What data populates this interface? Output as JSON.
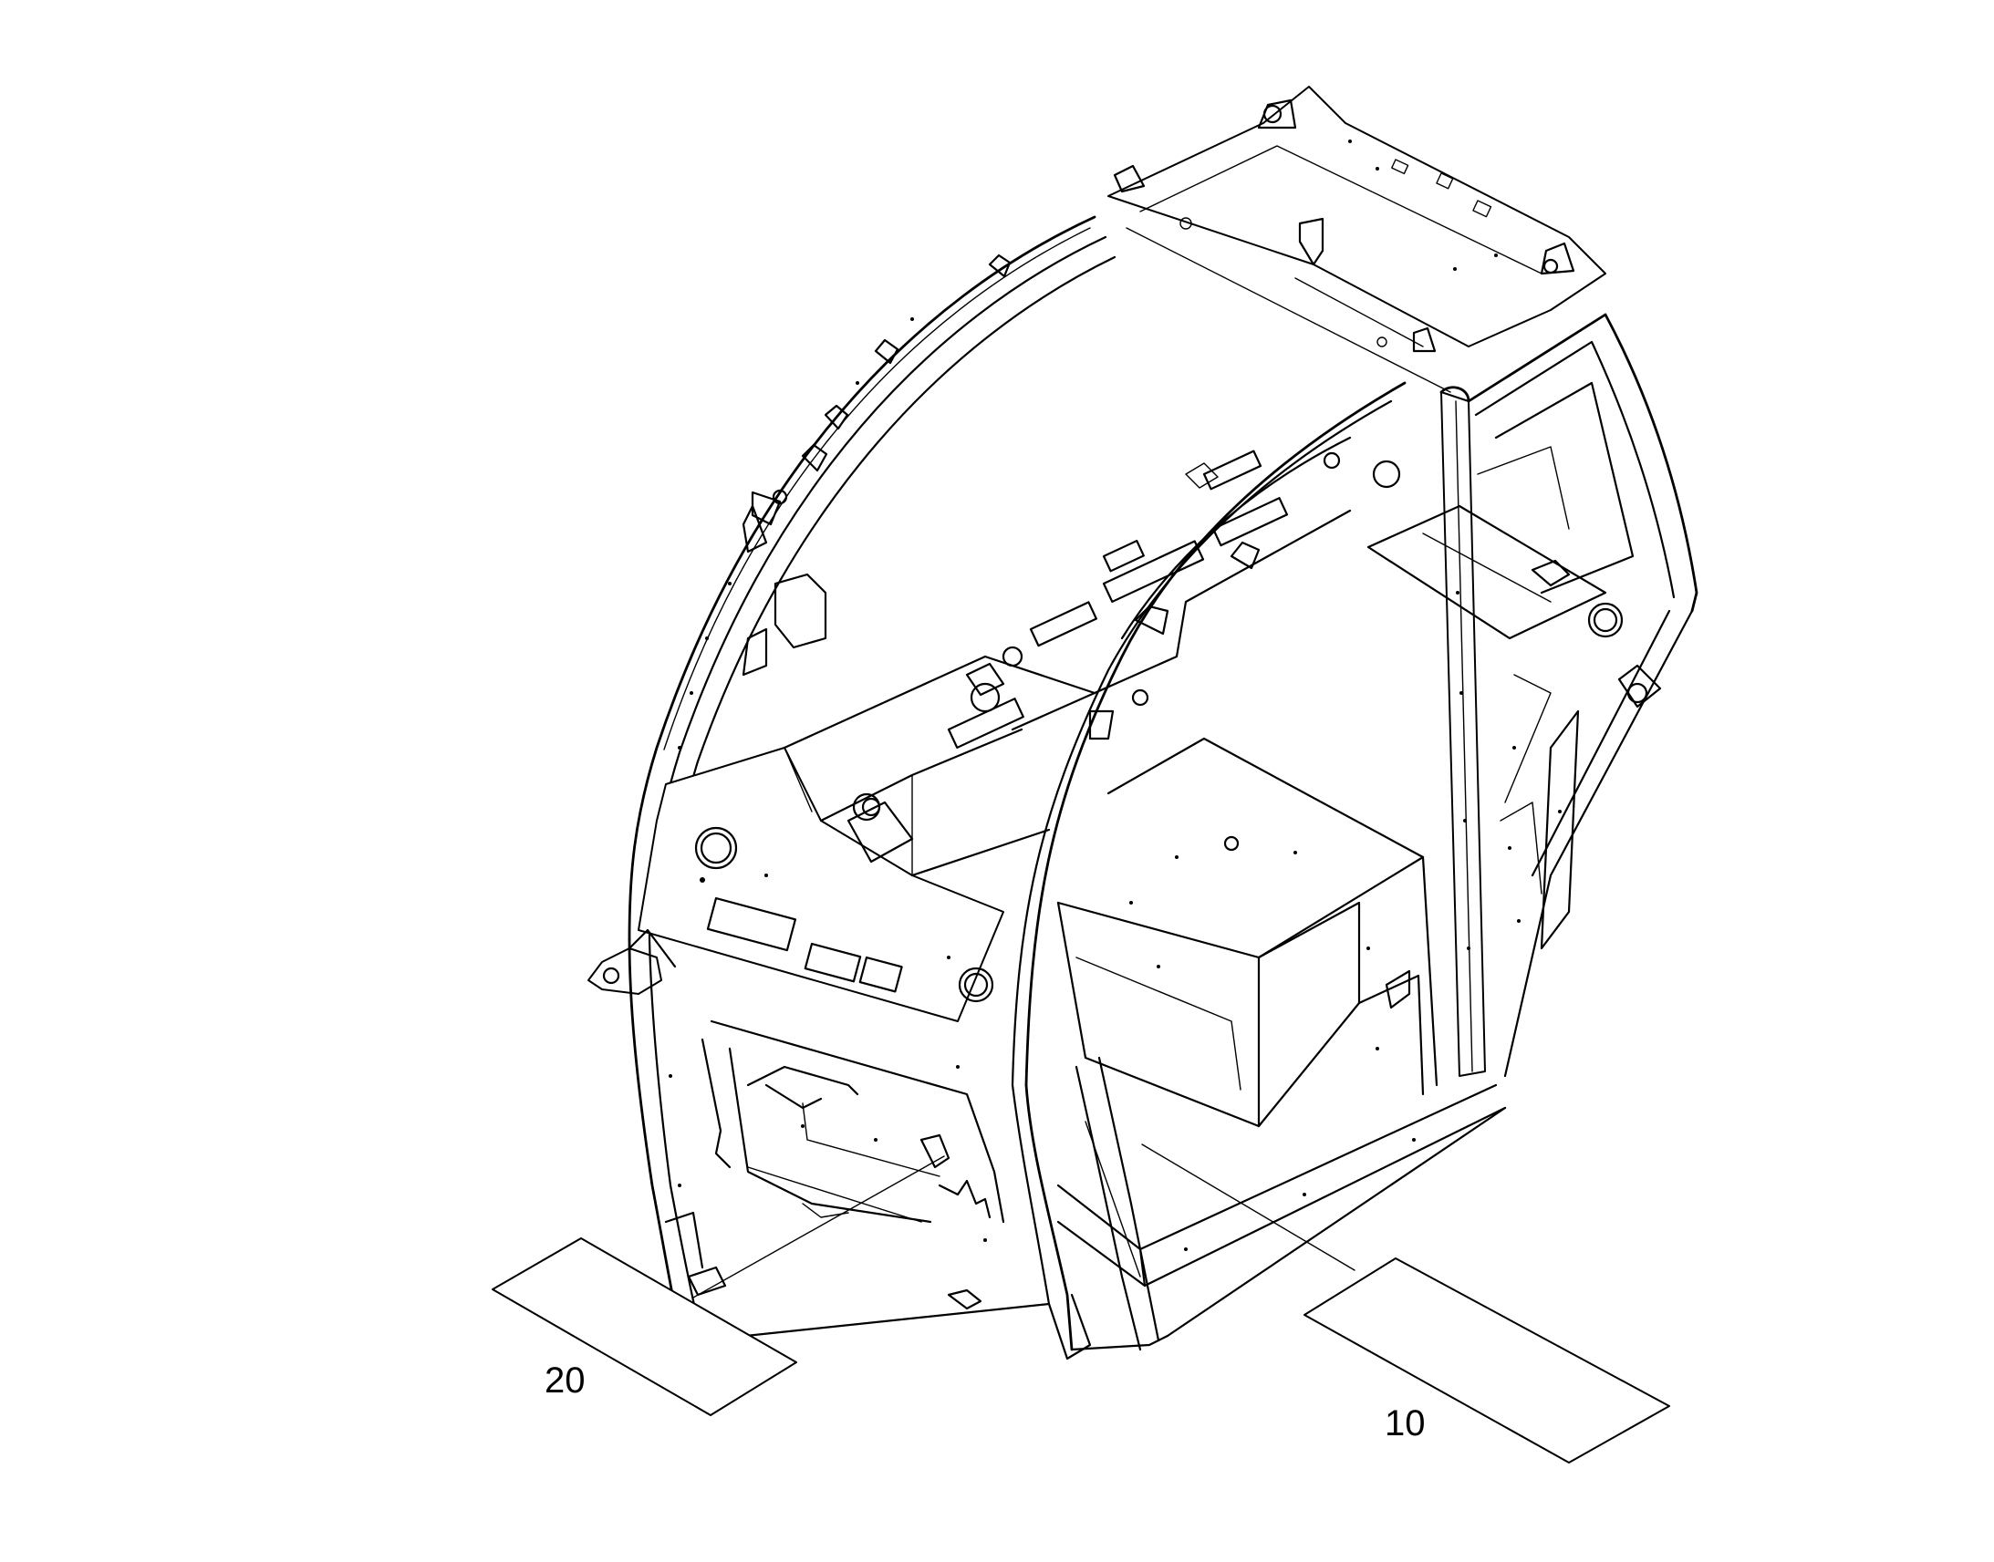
{
  "diagram": {
    "callouts": [
      {
        "id": "callout-20",
        "label": "20"
      },
      {
        "id": "callout-10",
        "label": "10"
      }
    ]
  }
}
